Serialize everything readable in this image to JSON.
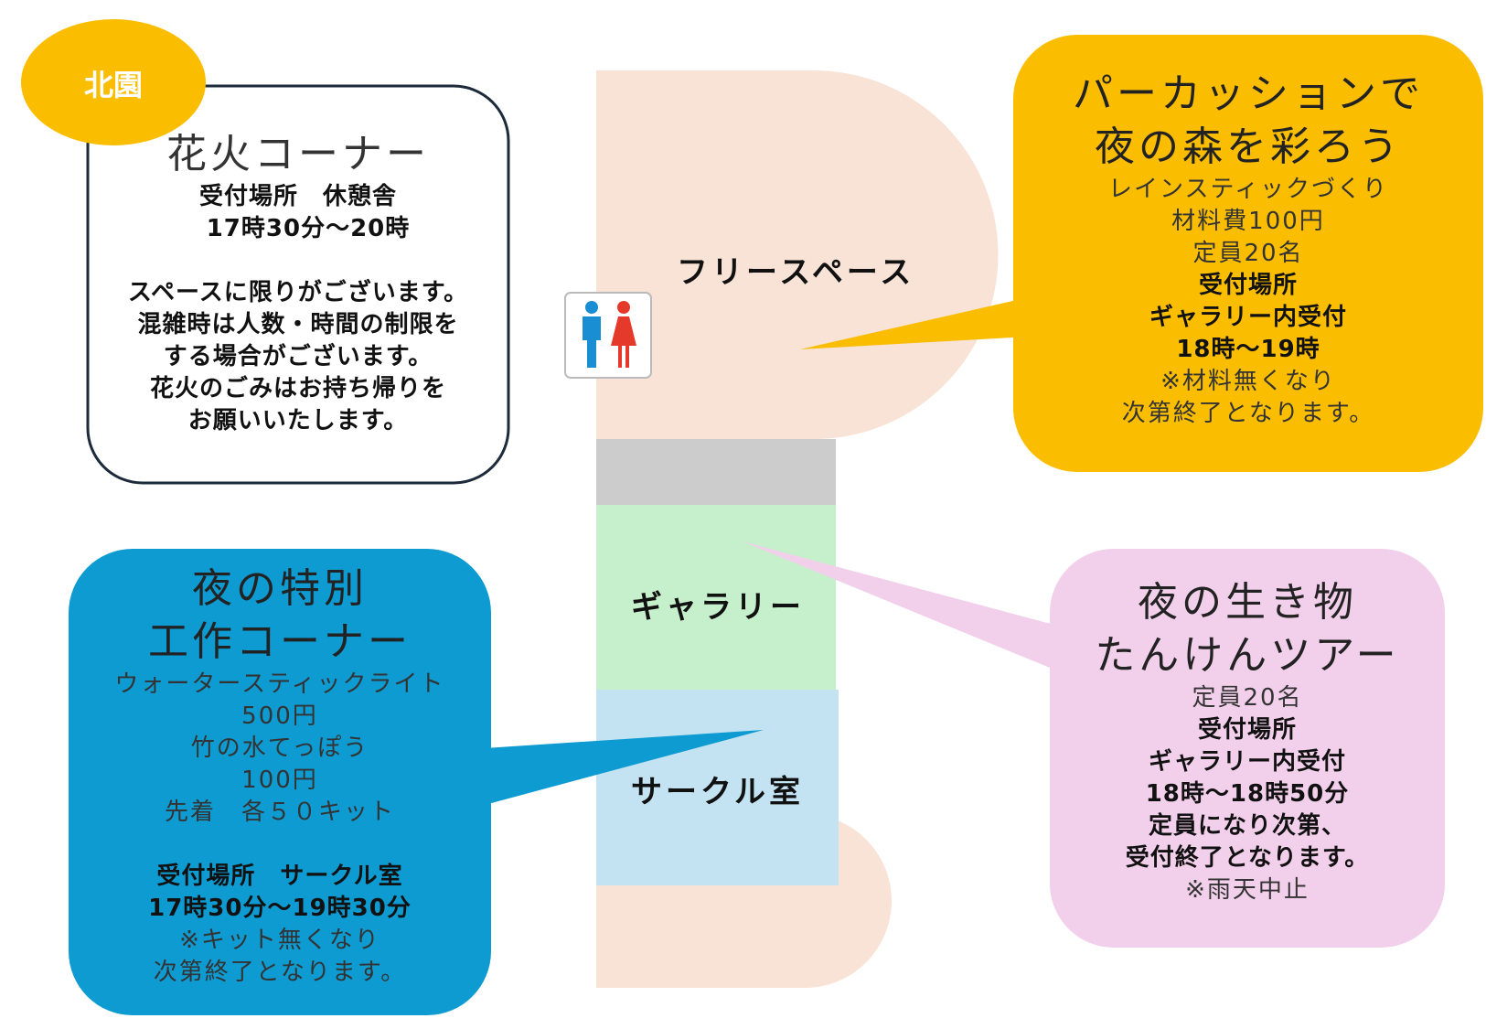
{
  "area_badge": "北園",
  "rooms": {
    "free_space": "フリースペース",
    "gallery": "ギャラリー",
    "circle_room": "サークル室"
  },
  "fireworks": {
    "title": "花火コーナー",
    "place": "受付場所　休憩舎",
    "time": "17時30分～20時",
    "note1": "スペースに限りがございます。",
    "note2": "混雑時は人数・時間の制限を",
    "note3": "する場合がございます。",
    "note4": "花火のごみはお持ち帰りを",
    "note5": "お願いいたします。"
  },
  "percussion": {
    "title1": "パーカッションで",
    "title2": "夜の森を彩ろう",
    "item": "レインスティックづくり",
    "fee": "材料費100円",
    "capacity": "定員20名",
    "place_label": "受付場所",
    "place": "ギャラリー内受付",
    "time": "18時～19時",
    "note1": "※材料無くなり",
    "note2": "次第終了となります。"
  },
  "craft": {
    "title1": "夜の特別",
    "title2": "工作コーナー",
    "item1": "ウォータースティックライト",
    "price1": "500円",
    "item2": "竹の水てっぽう",
    "price2": "100円",
    "first_come": "先着　各５０キット",
    "place": "受付場所　サークル室",
    "time": "17時30分～19時30分",
    "note1": "※キット無くなり",
    "note2": "次第終了となります。"
  },
  "night_tour": {
    "title1": "夜の生き物",
    "title2": "たんけんツアー",
    "capacity": "定員20名",
    "place_label": "受付場所",
    "place": "ギャラリー内受付",
    "time": "18時～18時50分",
    "note1": "定員になり次第、",
    "note2": "受付終了となります。",
    "note3": "※雨天中止"
  },
  "colors": {
    "peach": "#f9e2d6",
    "gray": "#cccccc",
    "green": "#c6f0cb",
    "lightblue": "#c3e3f3",
    "orange": "#fbbd00",
    "blue": "#0d9bd2",
    "pink": "#f2cfea",
    "male": "#1a8ed2",
    "female": "#e53a2b"
  },
  "icons": [
    "restroom-icon"
  ]
}
